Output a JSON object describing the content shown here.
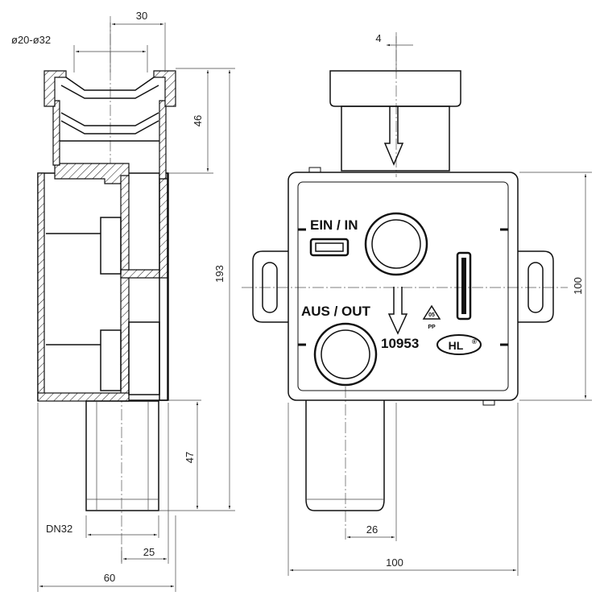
{
  "side_view": {
    "dims": {
      "top_width": "30",
      "hose_range": "ø20-ø32",
      "inlet_height": "46",
      "total_height": "193",
      "outlet_height": "47",
      "outlet_name": "DN32",
      "outlet_width": "25",
      "total_depth": "60"
    }
  },
  "front_view": {
    "dims": {
      "offset": "4",
      "height": "100",
      "outlet_offset": "26",
      "width": "100"
    },
    "labels": {
      "inlet": "EIN / IN",
      "outlet": "AUS / OUT",
      "part_number": "10953",
      "brand": "HL",
      "brand_mark": "®",
      "material": "PP",
      "recycle_code": "05"
    }
  }
}
